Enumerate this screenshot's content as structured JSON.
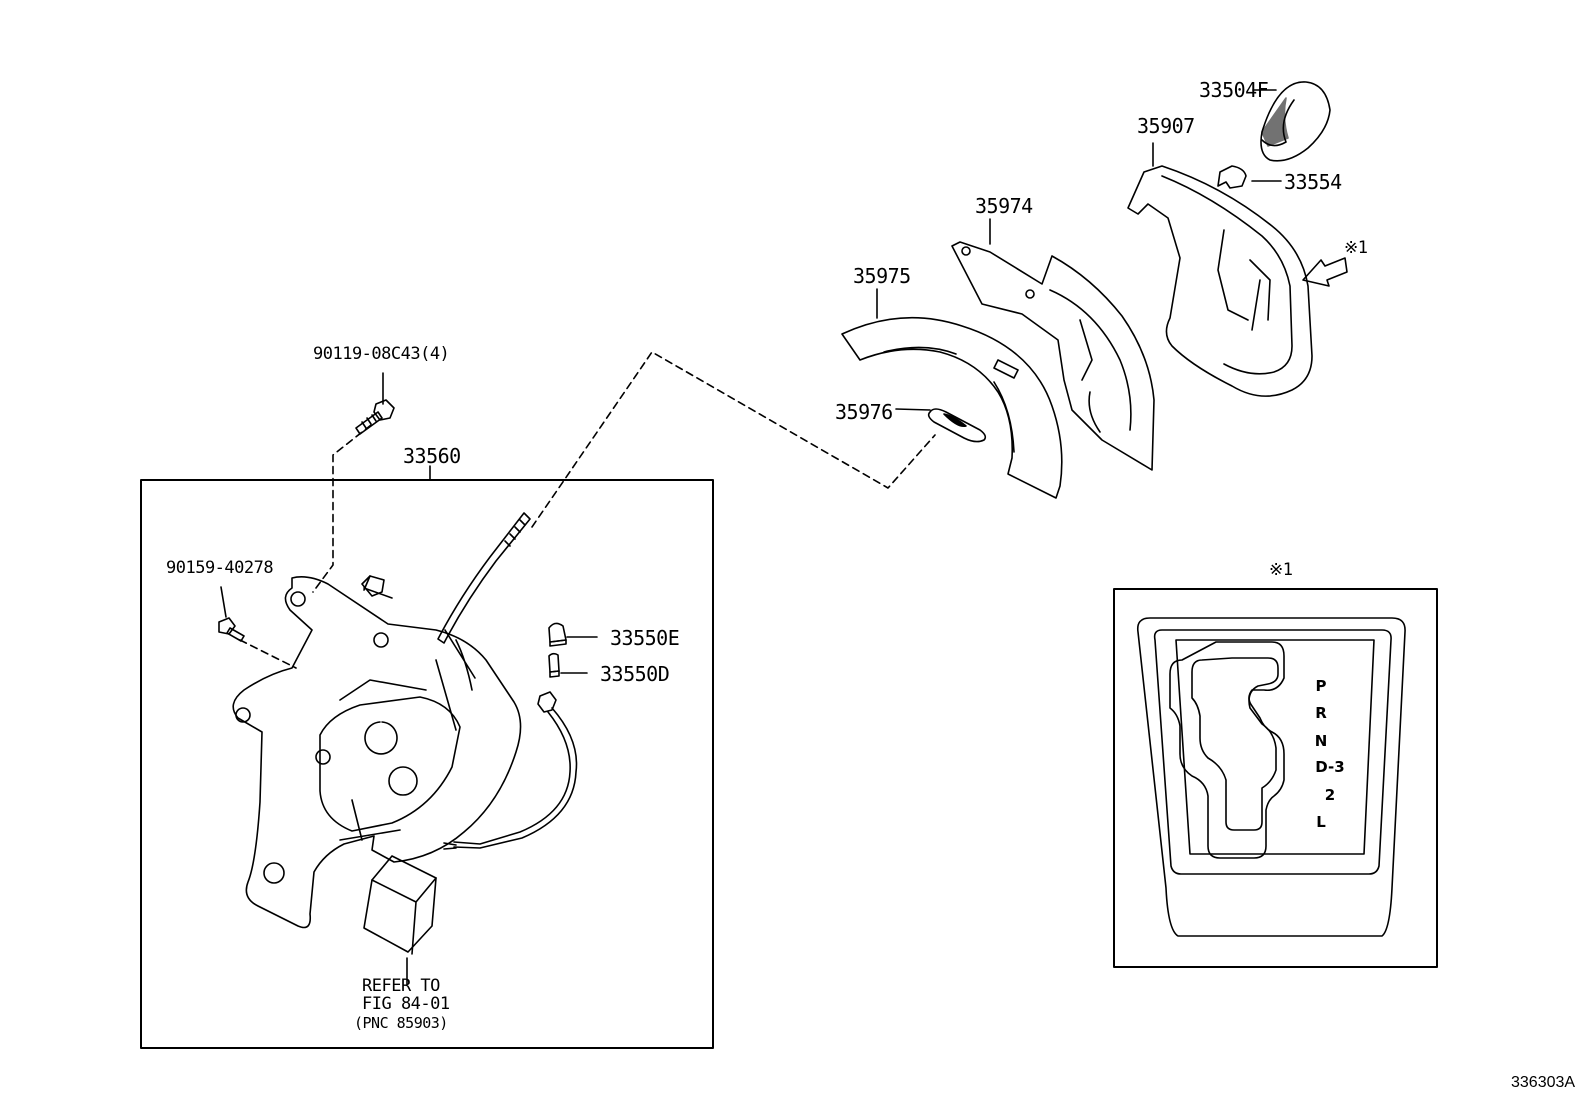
{
  "labels": {
    "p33504F": "33504F",
    "p35907": "35907",
    "p33554": "33554",
    "p35974": "35974",
    "p35975": "35975",
    "p35976": "35976",
    "p90119": "90119-08C43(4)",
    "p33560": "33560",
    "p90159": "90159-40278",
    "p33550E": "33550E",
    "p33550D": "33550D",
    "mark1": "※1",
    "inset_mark": "※1"
  },
  "refer_note": {
    "line1": "REFER TO",
    "line2": "FIG 84-01",
    "line3": "(PNC 85903)"
  },
  "shift_positions": [
    "P",
    "R",
    "N",
    "D-3",
    "2",
    "L"
  ],
  "figure_code": "336303A"
}
